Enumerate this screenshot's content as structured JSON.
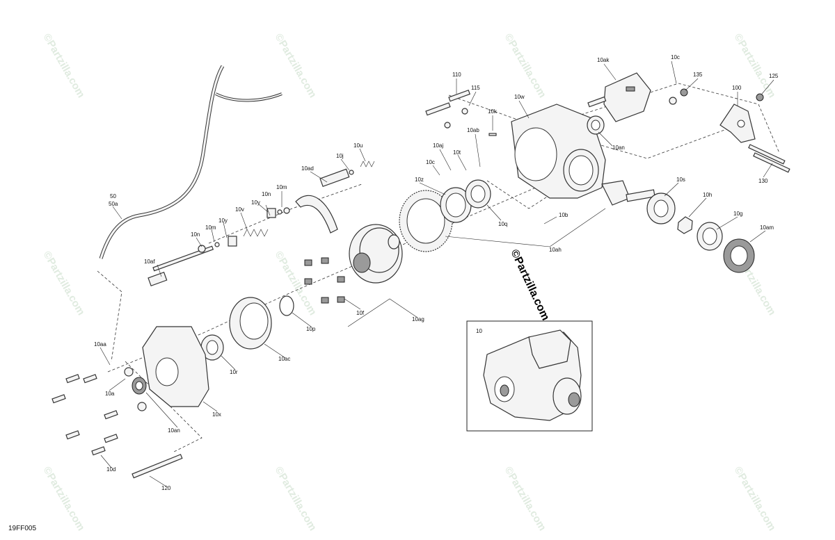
{
  "drawing_code": "19FF005",
  "watermark_text": "©Partzilla.com",
  "inset_label": "10",
  "callouts": [
    "110",
    "115",
    "10k",
    "10w",
    "10ak",
    "10c",
    "135",
    "125",
    "100",
    "10an",
    "130",
    "10ab",
    "10aj",
    "10t",
    "10c",
    "10u",
    "10j",
    "10ad",
    "10z",
    "10s",
    "10h",
    "10g",
    "10am",
    "10q",
    "10b",
    "10ah",
    "10m",
    "10n",
    "10y",
    "10v",
    "10y",
    "10m",
    "10n",
    "50",
    "50a",
    "10af",
    "10f",
    "10p",
    "10ag",
    "10ac",
    "10r",
    "10aa",
    "10a",
    "10an",
    "10x",
    "10d",
    "120"
  ]
}
